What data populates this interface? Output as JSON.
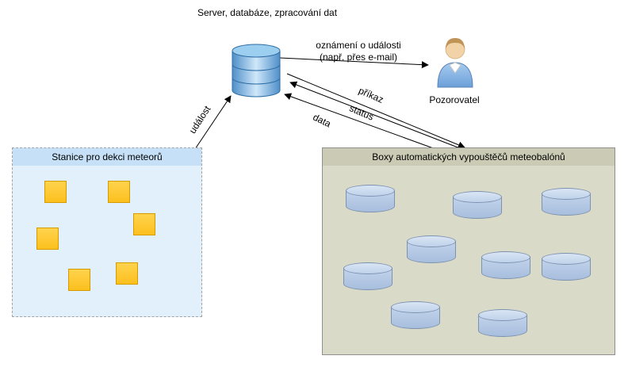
{
  "titles": {
    "server": "Server, databáze, zpracování dat",
    "observer": "Pozorovatel",
    "stations_box": "Stanice pro dekci meteorů",
    "launchers_box": "Boxy automatických vypouštěčů meteobalónů"
  },
  "edge_labels": {
    "notification_line1": "oznámení o události",
    "notification_line2": "(např. přes e-mail)",
    "event": "událost",
    "command": "příkaz",
    "status": "status",
    "data": "data"
  },
  "counts": {
    "meteor_station_squares": 6,
    "balloon_launcher_cylinders": 9
  },
  "colors": {
    "database_blue": "#5b9bd5",
    "station_square_fill": "#fcc01e",
    "station_square_stroke": "#d79b00",
    "stations_box_fill": "#e2f0fc",
    "launchers_box_fill": "#dadac8",
    "cylinder_fill": "#b9cde8",
    "cylinder_stroke": "#7d92b0",
    "arrow_stroke": "#000000"
  }
}
